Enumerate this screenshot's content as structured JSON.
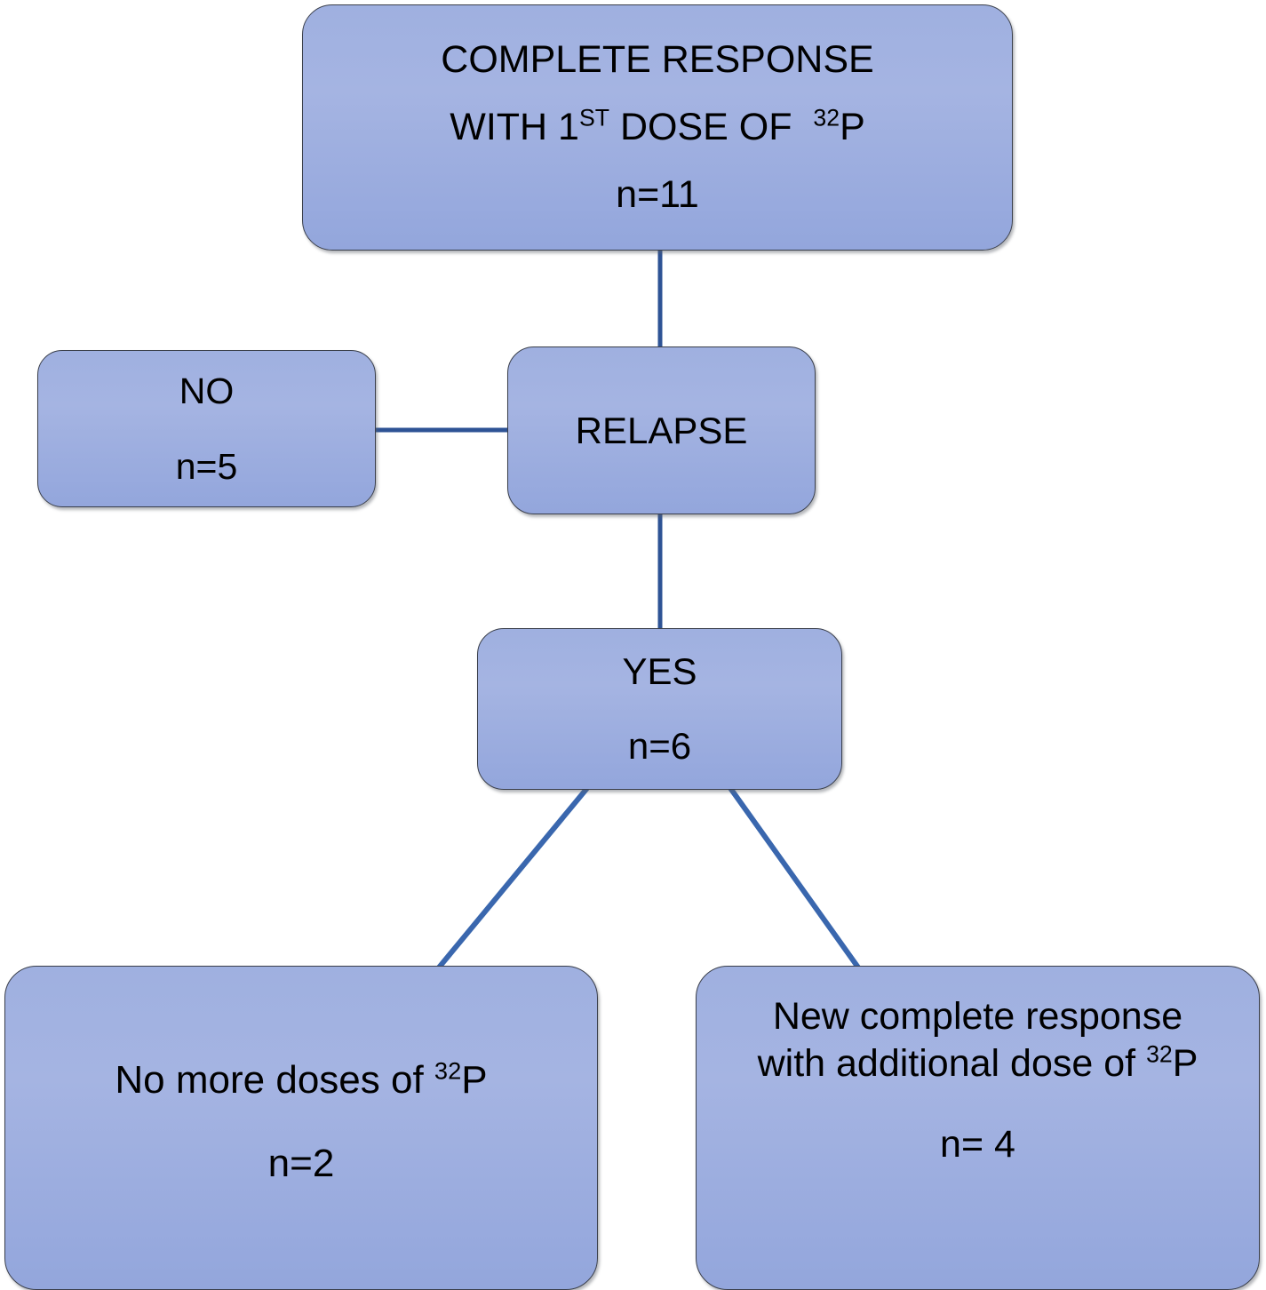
{
  "diagram": {
    "title": "Complete response with 1st dose of 32P treatment flowchart",
    "colors": {
      "node_fill_top": "#9FB0E0",
      "node_fill_bottom": "#93A6DC",
      "node_border": "#3A3F4B",
      "connector": "#3A67AE",
      "text": "#000000",
      "background": "#FFFFFF"
    },
    "nodes": [
      {
        "id": "complete-response",
        "lines": [
          "COMPLETE RESPONSE",
          "WITH 1ST DOSE OF  32P",
          "n=11"
        ],
        "line1": "COMPLETE RESPONSE",
        "line2_pre": "WITH 1",
        "line2_sup": "ST",
        "line2_mid": " DOSE OF  ",
        "line2_sup2": "32",
        "line2_post": "P",
        "line3": "n=11",
        "count": 11
      },
      {
        "id": "no",
        "line1": "NO",
        "line2": "n=5",
        "count": 5
      },
      {
        "id": "relapse",
        "line1": "RELAPSE"
      },
      {
        "id": "yes",
        "line1": "YES",
        "line2": "n=6",
        "count": 6
      },
      {
        "id": "no-more-doses",
        "line1_pre": "No more doses of ",
        "line1_sup": "32",
        "line1_post": "P",
        "line2": "n=2",
        "count": 2
      },
      {
        "id": "new-complete-response",
        "line1": "New complete response",
        "line2_pre": "with additional dose of ",
        "line2_sup": "32",
        "line2_post": "P",
        "line3": "n= 4",
        "count": 4
      }
    ],
    "edges": [
      {
        "from": "complete-response",
        "to": "relapse",
        "kind": "vertical"
      },
      {
        "from": "relapse",
        "to": "no",
        "kind": "horizontal"
      },
      {
        "from": "relapse",
        "to": "yes",
        "kind": "vertical"
      },
      {
        "from": "yes",
        "to": "no-more-doses",
        "kind": "diagonal"
      },
      {
        "from": "yes",
        "to": "new-complete-response",
        "kind": "diagonal"
      }
    ]
  }
}
